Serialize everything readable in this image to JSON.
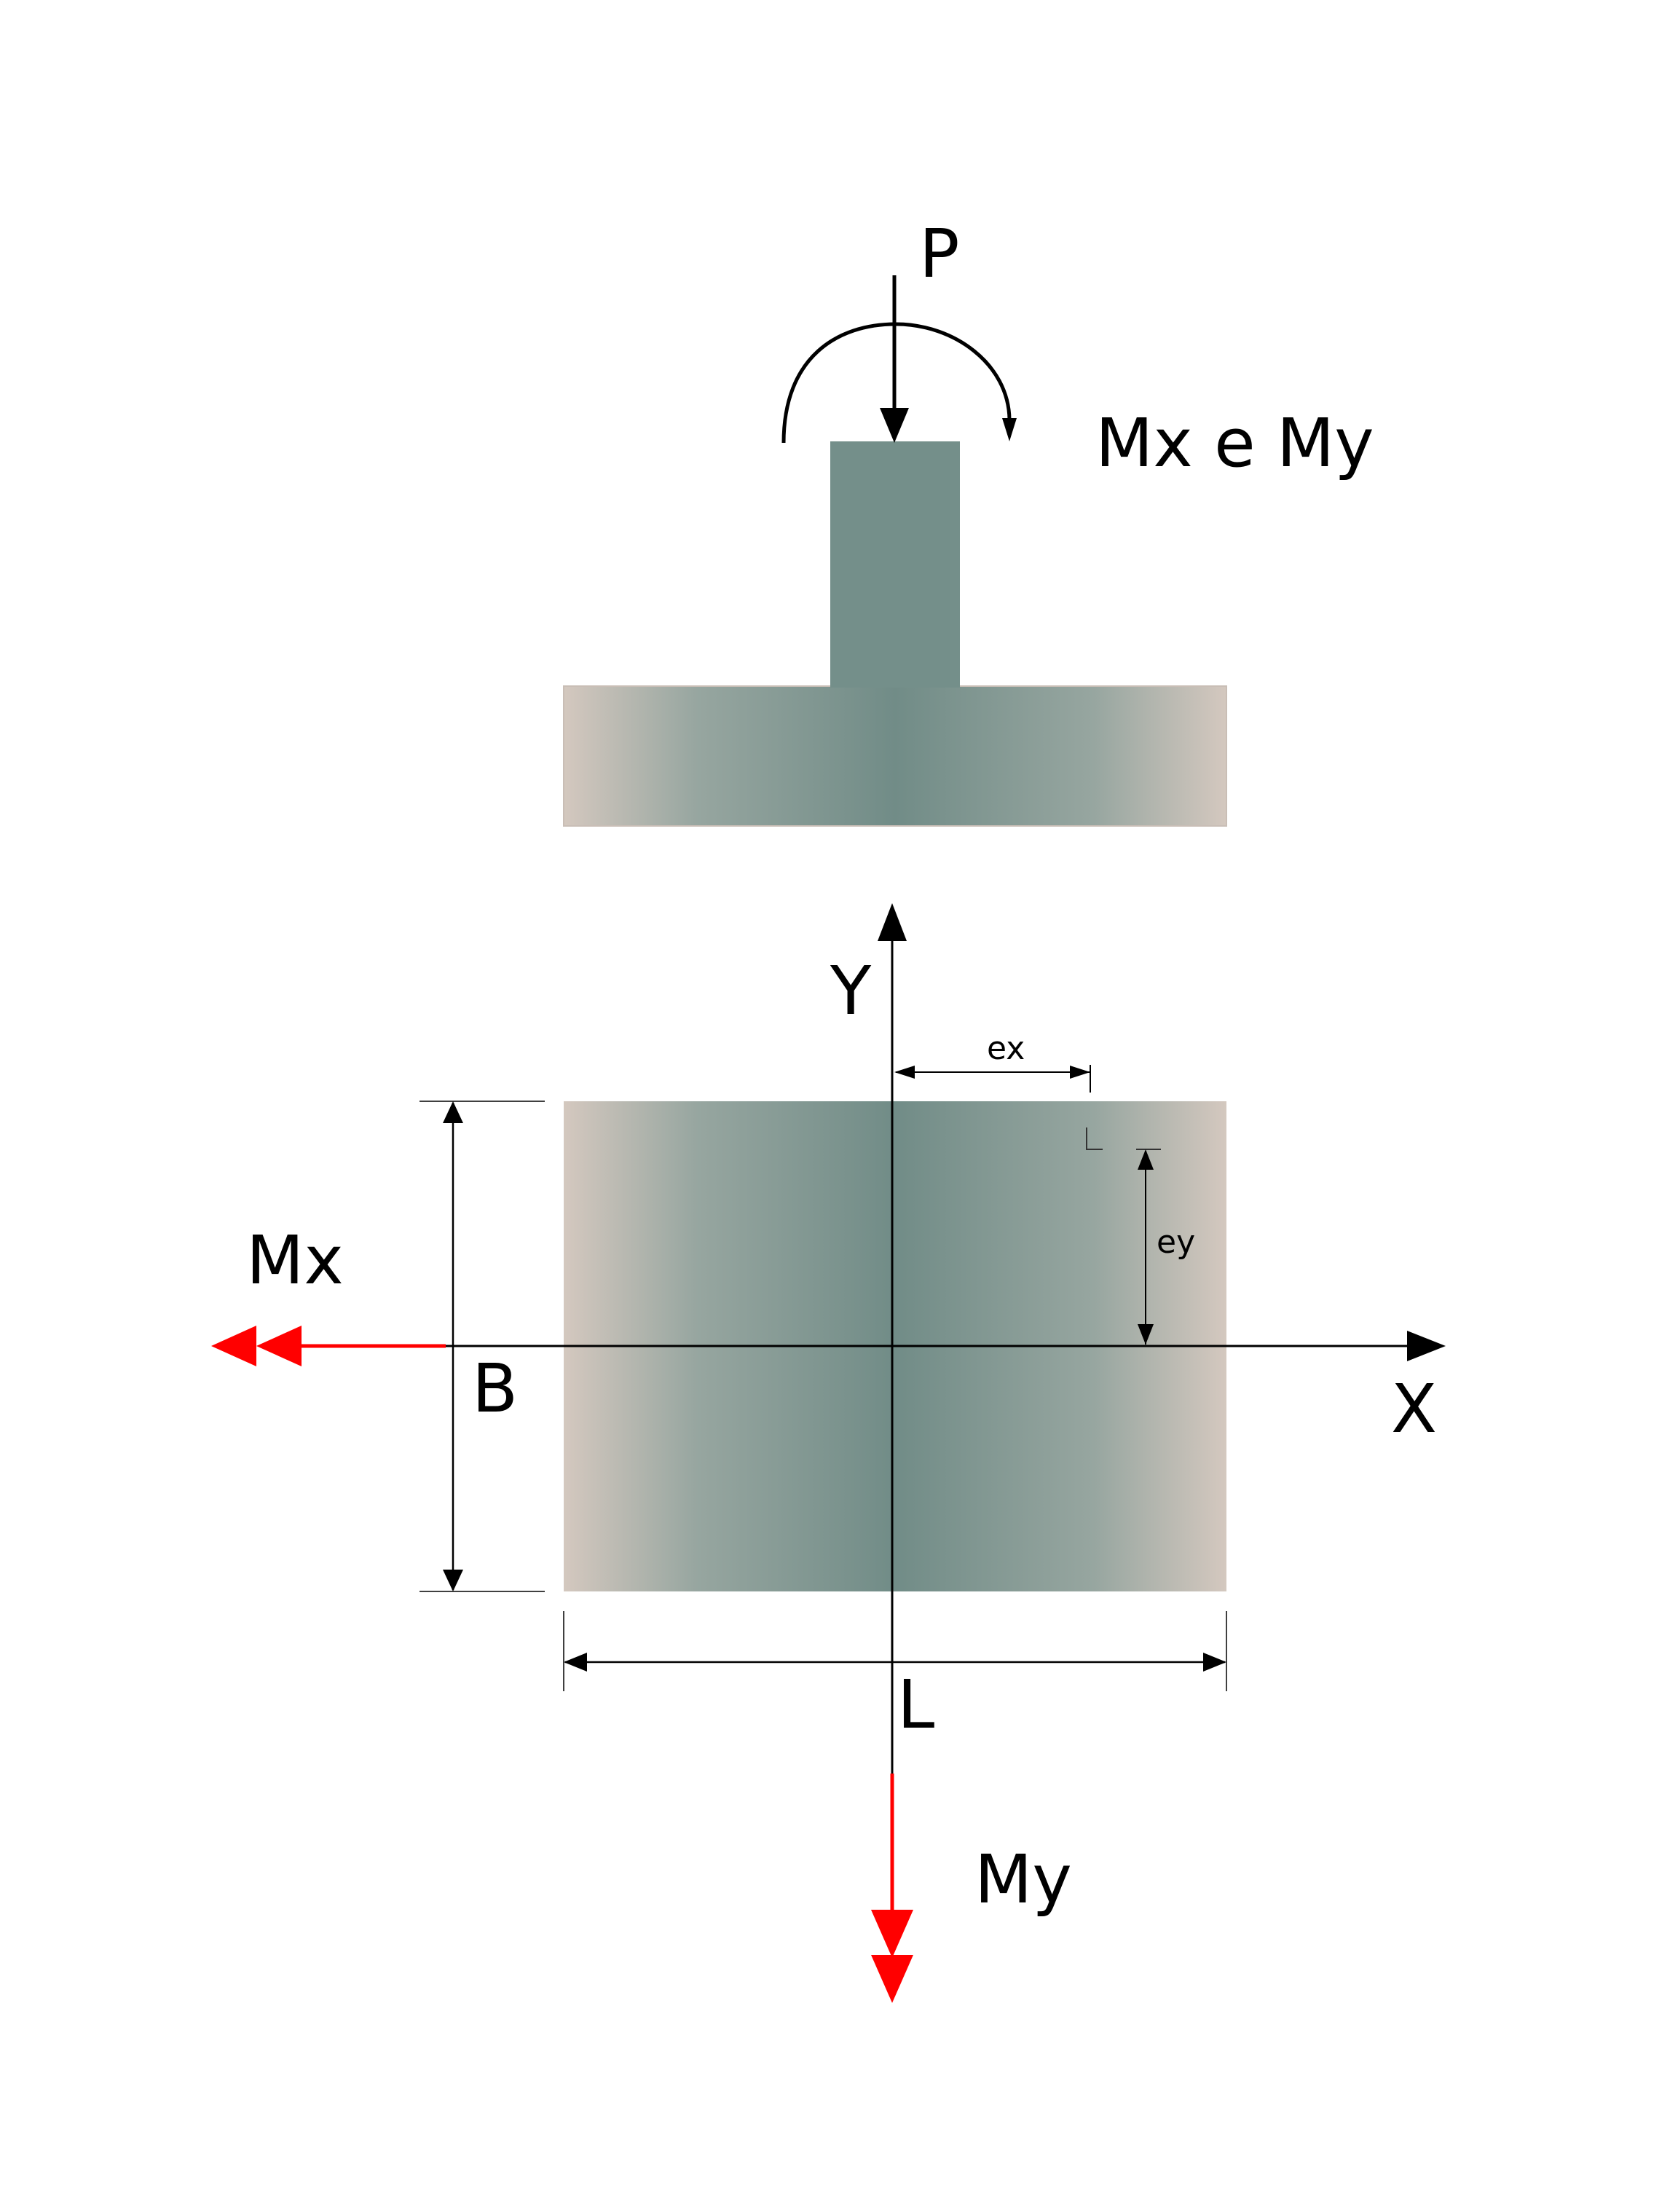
{
  "labels": {
    "load": "P",
    "moments_title": "Mx e My",
    "axis_y": "Y",
    "axis_x": "X",
    "ecc_x": "ex",
    "ecc_y": "ey",
    "moment_x": "Mx",
    "moment_y": "My",
    "width_b": "B",
    "length_l": "L"
  },
  "colors": {
    "concrete_center": "#718c87",
    "concrete_edge": "#d4c8bf",
    "line": "#000000",
    "moment_arrow": "#ff0000"
  }
}
